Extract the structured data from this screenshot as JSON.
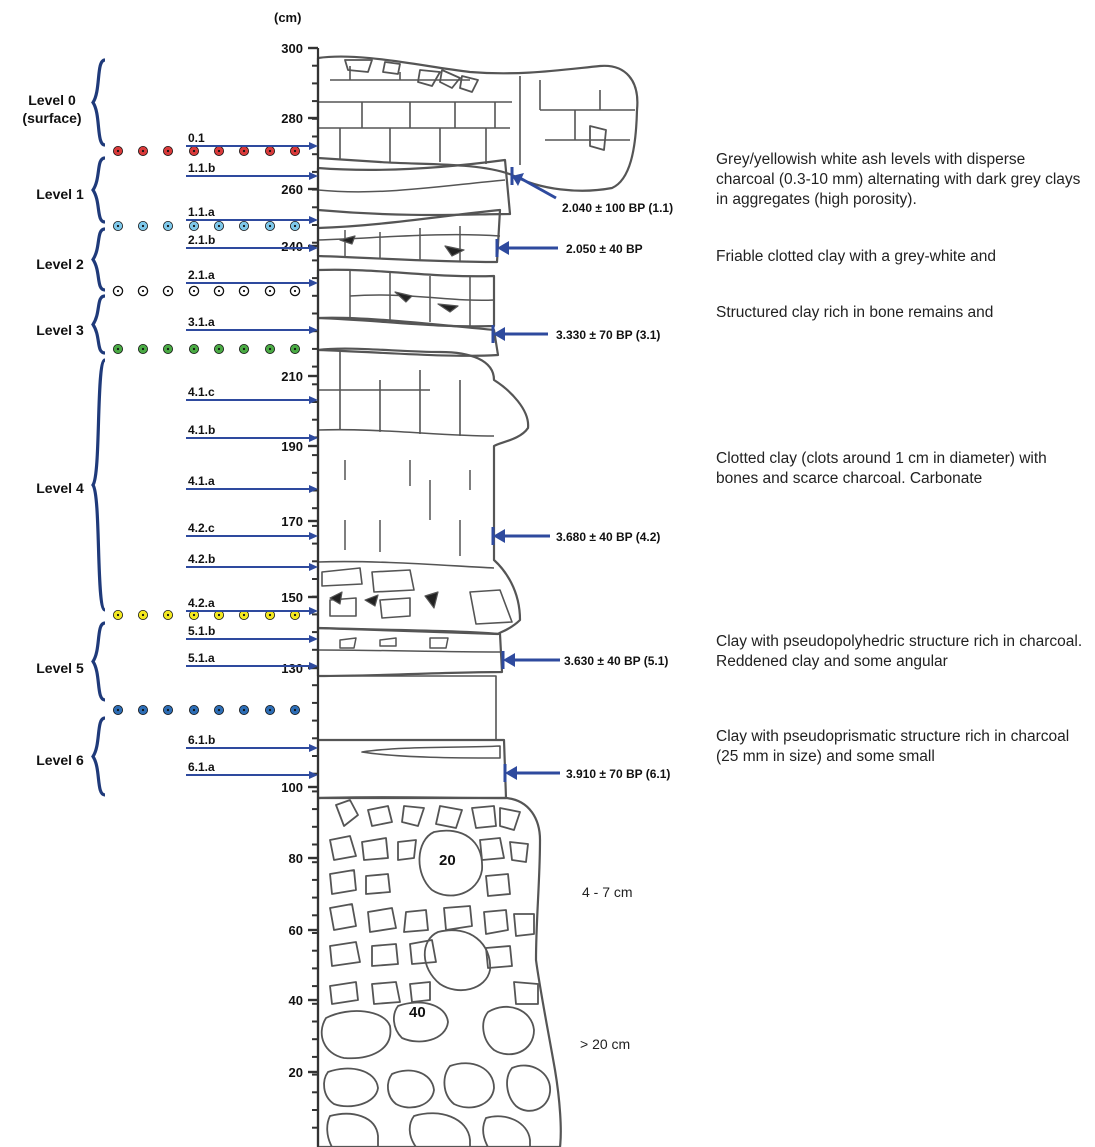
{
  "axis": {
    "unit": "(cm)",
    "ticks": [
      "300",
      "280",
      "260",
      "240",
      "210",
      "190",
      "170",
      "150",
      "130",
      "100",
      "80",
      "60",
      "40",
      "20"
    ]
  },
  "levels": [
    {
      "label": "Level 0\n(surface)"
    },
    {
      "label": "Level 1"
    },
    {
      "label": "Level 2"
    },
    {
      "label": "Level 3"
    },
    {
      "label": "Level 4"
    },
    {
      "label": "Level 5"
    },
    {
      "label": "Level 6"
    }
  ],
  "samples": [
    "0.1",
    "1.1.b",
    "1.1.a",
    "2.1.b",
    "2.1.a",
    "3.1.a",
    "4.1.c",
    "4.1.b",
    "4.1.a",
    "4.2.c",
    "4.2.b",
    "4.2.a",
    "5.1.b",
    "5.1.a",
    "6.1.b",
    "6.1.a"
  ],
  "boundary_colors": [
    "#d93a3a",
    "#7ec8ea",
    "#ffffff",
    "#4aaa44",
    "#f3e820",
    "#2d6db5"
  ],
  "dates": [
    "2.040 ± 100 BP (1.1)",
    "2.050 ± 40 BP",
    "3.330 ± 70 BP (3.1)",
    "3.680 ± 40 BP (4.2)",
    "3.630 ± 40 BP (5.1)",
    "3.910 ± 70 BP (6.1)"
  ],
  "arrow_color": "#2e4a9e",
  "descriptions": [
    "Grey/yellowish white ash levels with disperse charcoal (0.3-10 mm) alternating with dark grey clays in aggregates (high porosity).",
    "Friable clotted clay with a grey-white and",
    "Structured clay rich in bone remains and",
    "Clotted clay (clots around 1 cm in diameter) with bones and scarce charcoal. Carbonate",
    "Clay with pseudopolyhedric structure rich in charcoal. Reddened clay and some angular",
    "Clay with pseudoprismatic structure rich in charcoal (25 mm in size) and some small"
  ],
  "block_labels": [
    "20",
    "40"
  ],
  "size_labels": [
    "4 - 7 cm",
    "> 20 cm"
  ]
}
